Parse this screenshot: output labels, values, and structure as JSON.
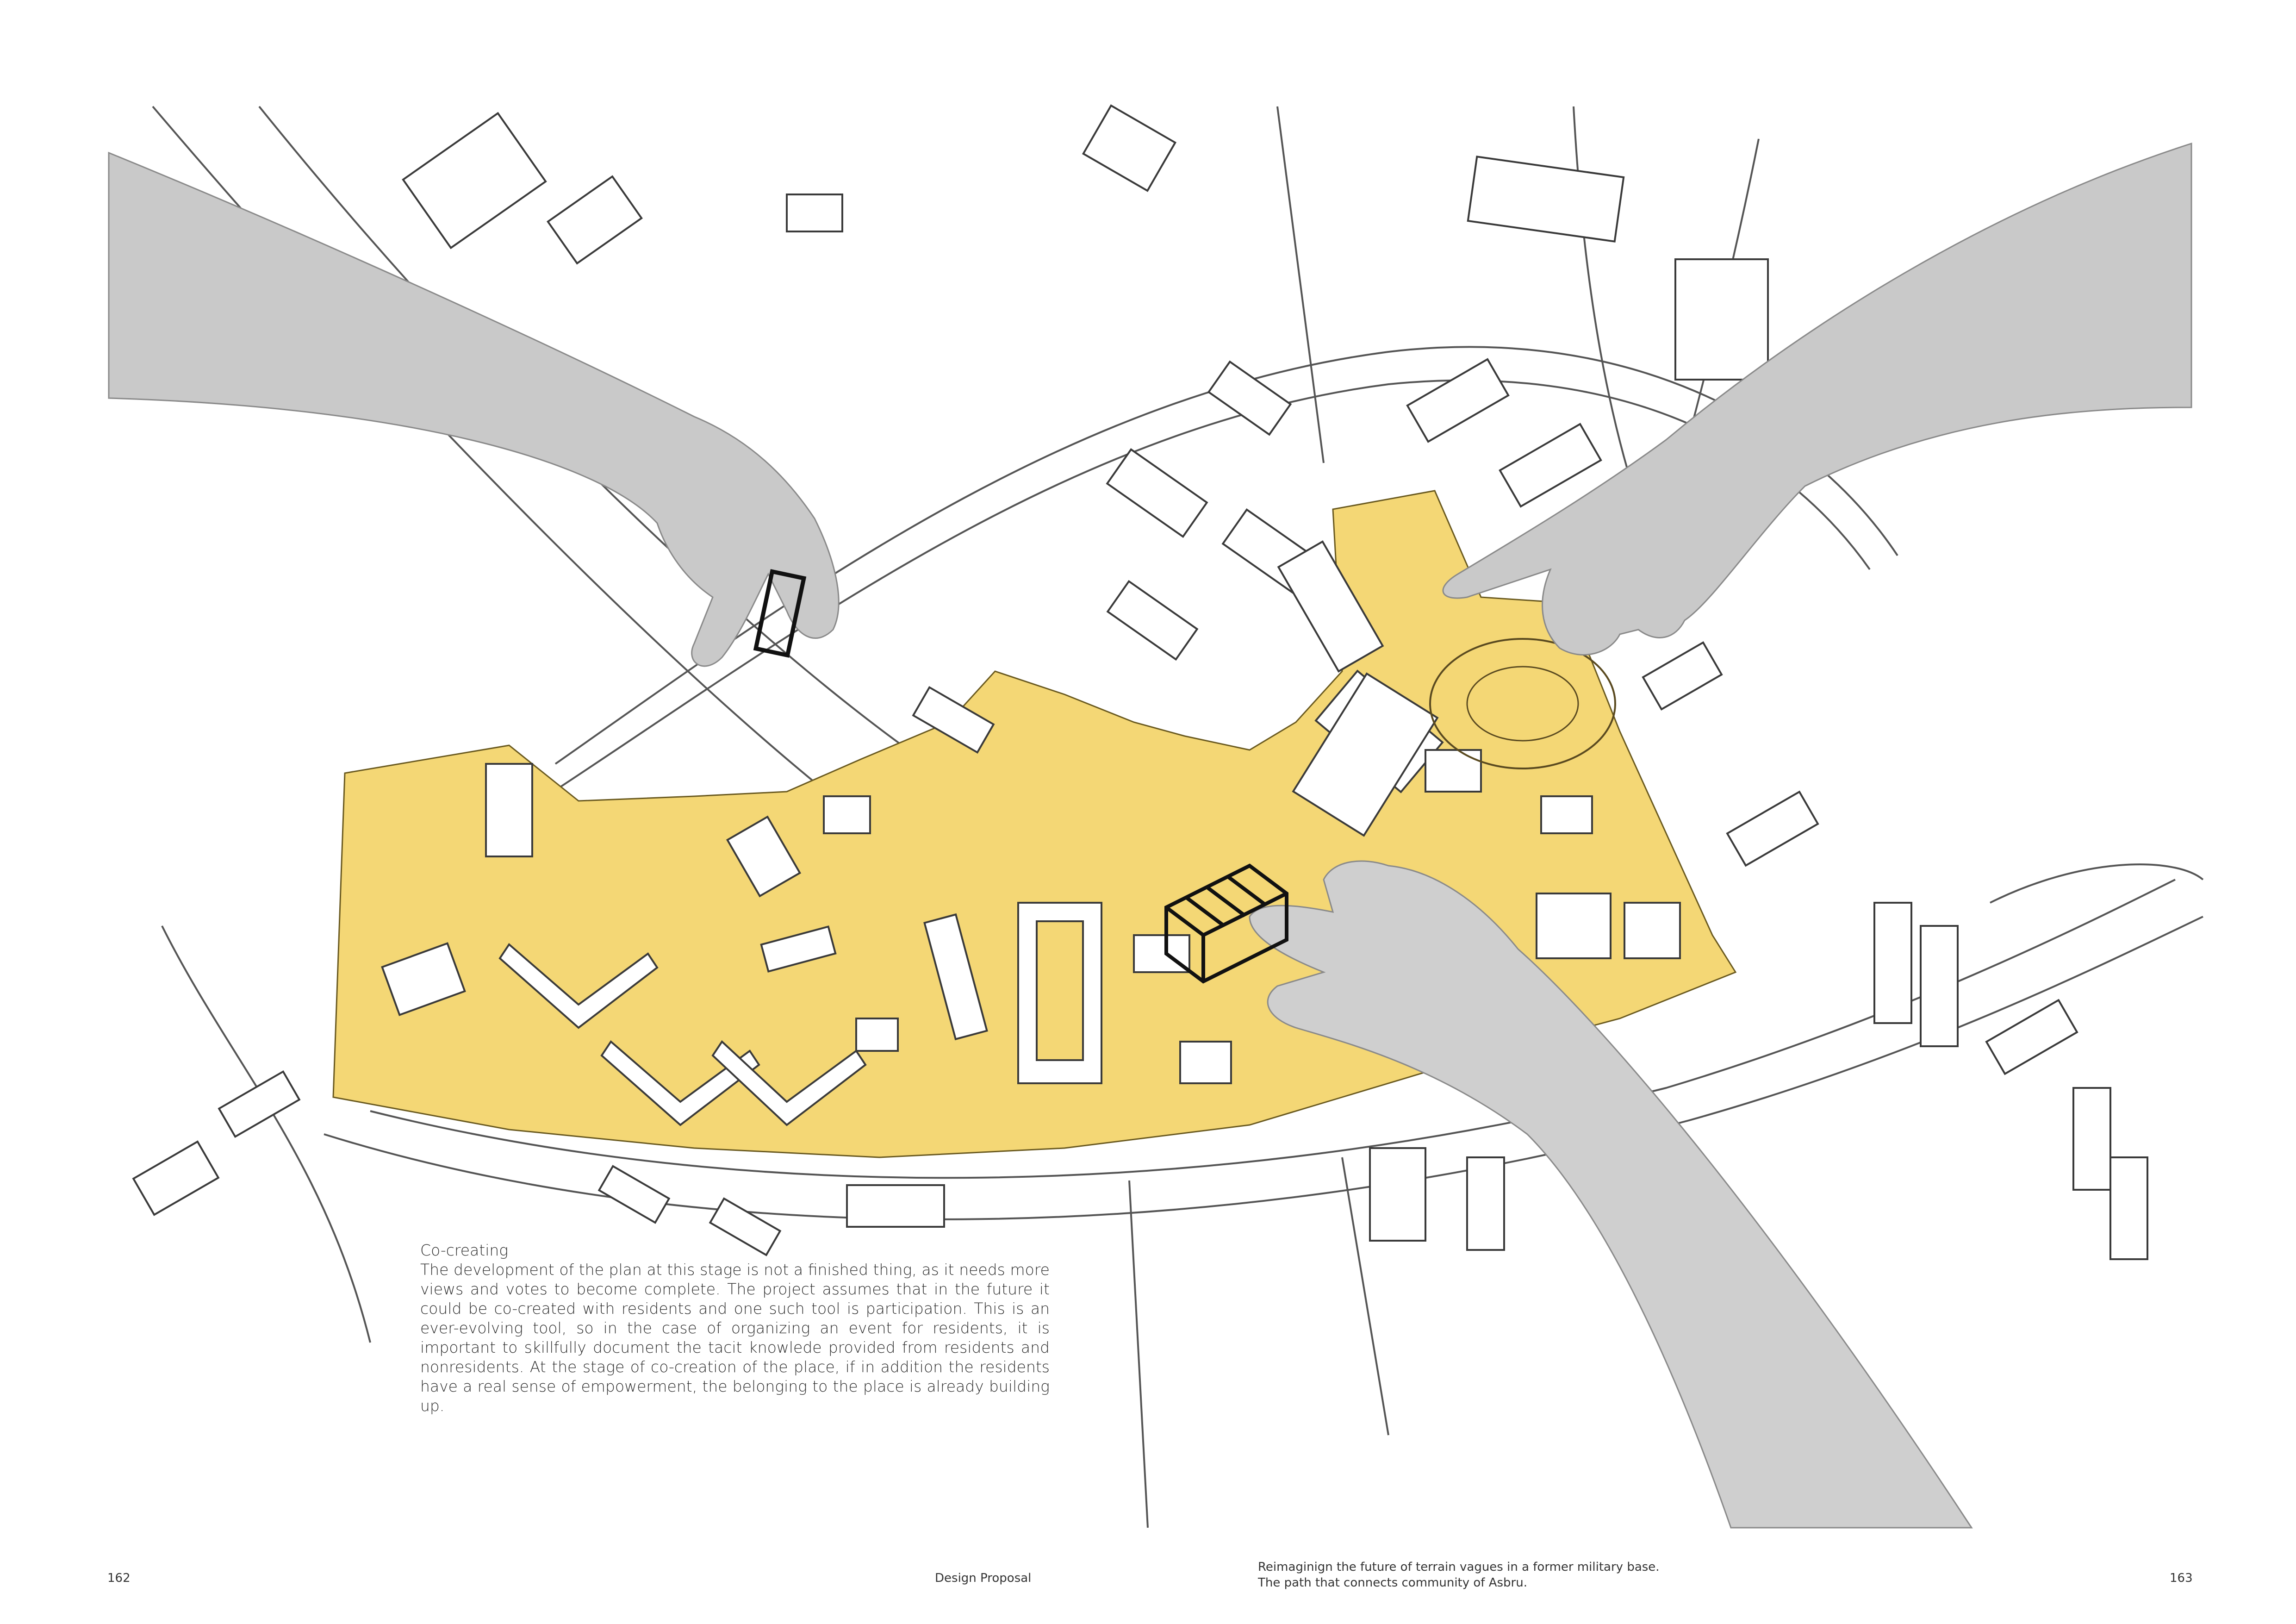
{
  "text_block": {
    "heading": "Co-creating",
    "body": "The development of the plan at this stage is not a finished thing, as it needs more views and votes to become complete. The project assumes that in the future it could be co-created with residents and one such tool is participation. This is an ever-evolving tool, so in the case of or­ganizing an event for residents, it is important to skillfully document the tacit knowlede provided from residents and nonresidents. At the stage of co-creation of the place, if in addition the residents have a real sense of empowerment, the belonging to the place is already building up."
  },
  "footer": {
    "page_left": "162",
    "running_title": "Design Proposal",
    "caption_line1": "Reimaginign the future of terrain vagues in a former military base.",
    "caption_line2": "The path that connects community of Asbru.",
    "page_right": "163"
  },
  "colors": {
    "highlight": "#f4d775",
    "linework": "#3a3a3a",
    "skin": "#c9c9c9"
  }
}
